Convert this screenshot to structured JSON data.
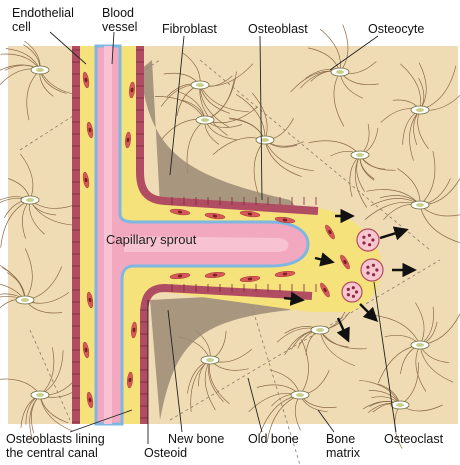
{
  "labels": {
    "endothelial_cell": "Endothelial\ncell",
    "blood_vessel": "Blood\nvessel",
    "fibroblast": "Fibroblast",
    "osteoblast": "Osteoblast",
    "osteocyte": "Osteocyte",
    "capillary_sprout": "Capillary sprout",
    "osteoblasts_lining": "Osteoblasts lining\nthe central canal",
    "osteoid": "Osteoid",
    "new_bone": "New bone",
    "old_bone": "Old bone",
    "bone_matrix": "Bone\nmatrix",
    "osteoclast": "Osteoclast"
  },
  "colors": {
    "bone_matrix": "#f0dcb4",
    "canal_yellow": "#f6e27a",
    "vessel_pink": "#f2a9bf",
    "vessel_dark": "#c85a7e",
    "endothelium_blue": "#7db7e2",
    "osteoblast_wall": "#b04d63",
    "osteoid_brown": "#9b8a74",
    "cell_red": "#d85858",
    "arrow": "#111111"
  }
}
